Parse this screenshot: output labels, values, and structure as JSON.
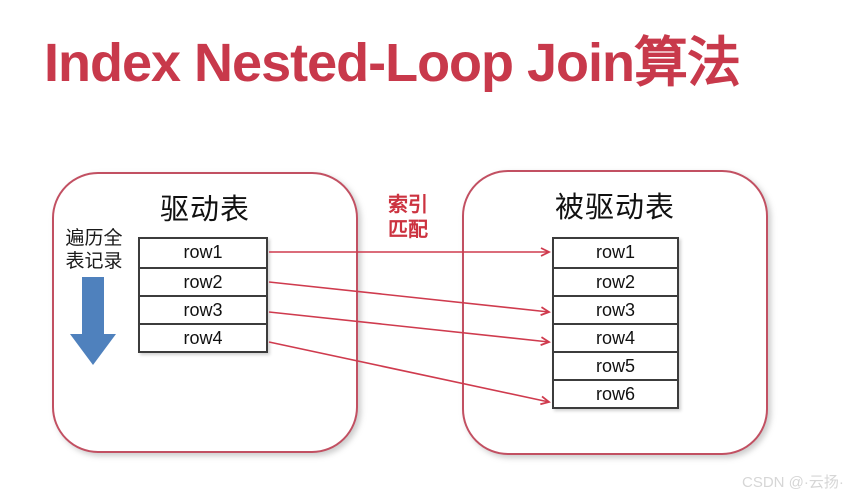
{
  "title": "Index Nested-Loop Join算法",
  "colors": {
    "title_red": "#c8394b",
    "box_border": "#c25062",
    "arrow_red": "#cf3b4e",
    "label_red": "#cc3340",
    "table_border": "#3c3c3c",
    "blue_arrow": "#4f81bd",
    "watermark_gray": "#d6d6d6"
  },
  "left_box": {
    "title": "驱动表",
    "side_note": "遍历全表记录",
    "side_note_lines": [
      "遍历全",
      "表记录"
    ],
    "rows": [
      "row1",
      "row2",
      "row3",
      "row4"
    ]
  },
  "right_box": {
    "title": "被驱动表",
    "rows": [
      "row1",
      "row2",
      "row3",
      "row4",
      "row5",
      "row6"
    ]
  },
  "match_label": {
    "text": "索引匹配",
    "lines": [
      "索引",
      "匹配"
    ]
  },
  "connections": [
    {
      "from_row": 1,
      "to_row": 1
    },
    {
      "from_row": 2,
      "to_row": 3
    },
    {
      "from_row": 3,
      "to_row": 4
    },
    {
      "from_row": 4,
      "to_row": 6
    }
  ],
  "watermark": "CSDN @·云扬·"
}
